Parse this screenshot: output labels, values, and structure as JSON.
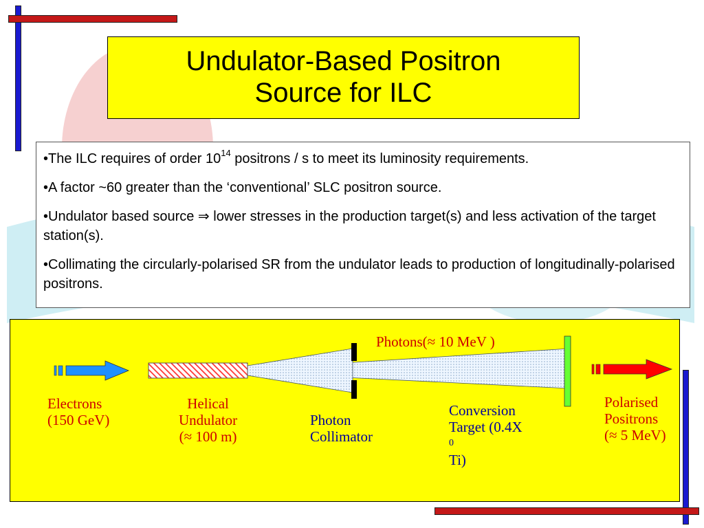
{
  "title": {
    "line1": "Undulator-Based Positron",
    "line2": "Source for ILC"
  },
  "bullets": {
    "b1_pre": "•The ILC requires of order 10",
    "b1_sup": "14",
    "b1_post": " positrons / s to meet its luminosity requirements.",
    "b2": "•A factor ~60 greater than the ‘conventional’  SLC positron source.",
    "b3_pre": "•Undulator based source ",
    "b3_arrow": "⇒",
    "b3_post": " lower stresses in the production target(s) and less activation of the target station(s).",
    "b4": "•Collimating the circularly-polarised SR from the undulator leads to production of longitudinally-polarised positrons."
  },
  "diagram": {
    "photons_label": "Photons(≈ 10 MeV )",
    "electrons": {
      "line1": "Electrons",
      "line2": "(150 GeV)"
    },
    "undulator": {
      "line1": "Helical",
      "line2": "Undulator",
      "line3": "(≈ 100 m)"
    },
    "collimator": {
      "line1": "Photon",
      "line2": "Collimator"
    },
    "target": {
      "line1": "Conversion",
      "line2_pre": "Target (0.4X",
      "line2_sub": "0",
      "line2_post": " Ti)"
    },
    "positrons": {
      "line1": "Polarised",
      "line2": "Positrons",
      "line3": "(≈ 5 MeV)"
    }
  },
  "colors": {
    "title_bg": "#ffff00",
    "electron_arrow": "#1e90ff",
    "positron_arrow": "#ff0000",
    "undulator": "#ff3333",
    "target": "#66ff33",
    "label_red": "#cc0000",
    "label_blue": "#000099"
  }
}
